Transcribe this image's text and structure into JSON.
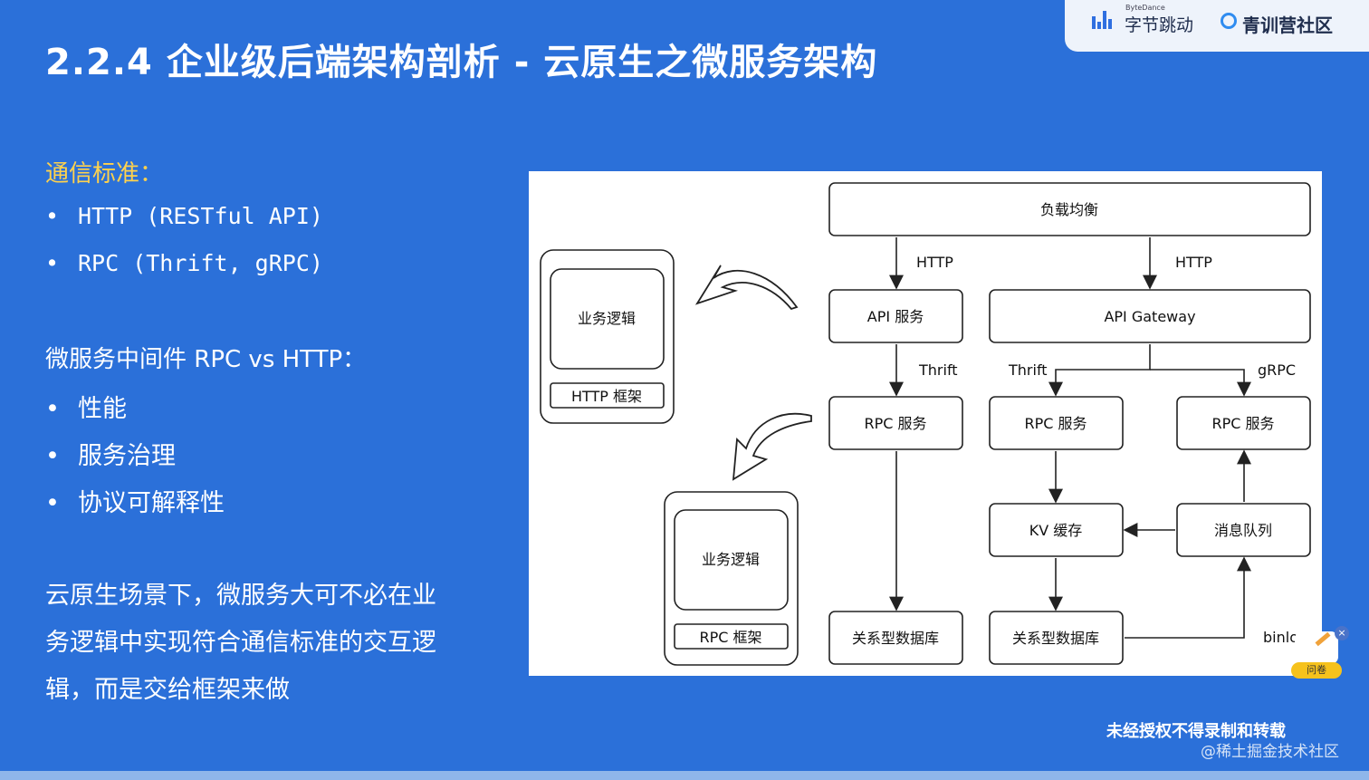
{
  "slide": {
    "title": "2.2.4 企业级后端架构剖析 - 云原生之微服务架构",
    "brand": {
      "bytedance_small": "ByteDance",
      "bytedance_name": "字节跳动",
      "community_name": "青训营社区"
    },
    "section_heading": "通信标准：",
    "standards": [
      "HTTP (RESTful API)",
      "RPC (Thrift, gRPC)"
    ],
    "comparison_heading": "微服务中间件 RPC vs HTTP：",
    "comparison_points": [
      "性能",
      "服务治理",
      "协议可解释性"
    ],
    "paragraph_lines": [
      "云原生场景下，微服务大可不必在业",
      "务逻辑中实现符合通信标准的交互逻",
      "辑，而是交给框架来做"
    ],
    "diagram": {
      "load_balancer": "负载均衡",
      "api_service": "API 服务",
      "api_gateway": "API Gateway",
      "rpc_service_1": "RPC 服务",
      "rpc_service_2": "RPC 服务",
      "rpc_service_3": "RPC 服务",
      "kv_cache": "KV 缓存",
      "message_queue": "消息队列",
      "relational_db_1": "关系型数据库",
      "relational_db_2": "关系型数据库",
      "edge_http_1": "HTTP",
      "edge_http_2": "HTTP",
      "edge_thrift_1": "Thrift",
      "edge_thrift_2": "Thrift",
      "edge_grpc": "gRPC",
      "edge_binlog": "binlog",
      "http_framework_logic": "业务逻辑",
      "http_framework": "HTTP 框架",
      "rpc_framework_logic": "业务逻辑",
      "rpc_framework": "RPC 框架"
    },
    "footer_note": "未经授权不得录制和转载",
    "footer_credit": "@稀土掘金技术社区",
    "widget_label": "问卷",
    "widget_close": "×"
  }
}
